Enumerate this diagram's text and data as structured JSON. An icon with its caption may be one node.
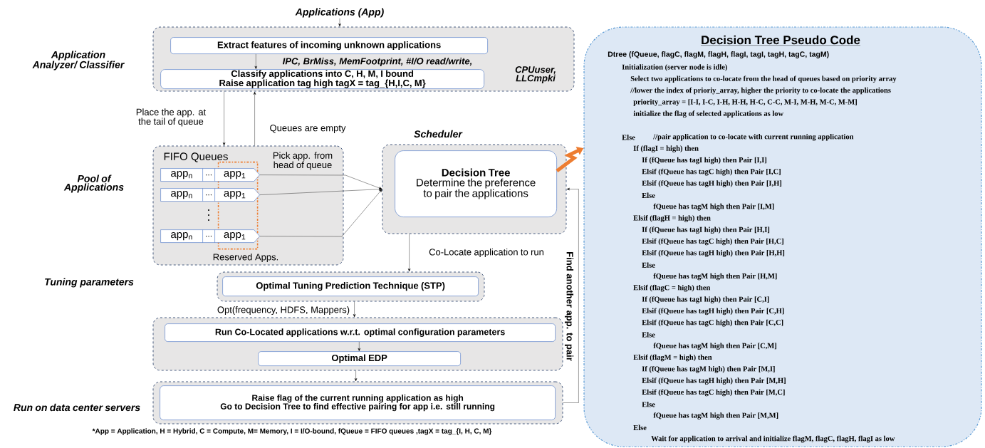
{
  "diagram": {
    "nodes": [
      {
        "text": [
          "Applications (App)"
        ]
      },
      {
        "text": [
          "Application Analyzer/ Classifier"
        ]
      },
      {
        "text": [
          "Extract features of incoming unknown applications"
        ],
        "in": 1
      },
      {
        "text": [
          "Classify applications into C, H, M, I bound",
          "Raise application tag high tagX = tag_{H,I,C, M}"
        ],
        "in": 1
      },
      {
        "text": [
          "Pool of Applications",
          "FIFO Queues"
        ]
      },
      {
        "text": [
          "Reserved Apps."
        ],
        "in": 4
      },
      {
        "text": [
          "app$_{n}$",
          "...",
          "app$_{1}$"
        ],
        "in": 4
      },
      {
        "text": [
          "app$_{n}$",
          "...",
          "app$_{1}$"
        ],
        "in": 4
      },
      {
        "text": [
          "app$_{n}$",
          "...",
          "app$_{1}$"
        ],
        "in": 4
      },
      {
        "text": [
          "Scheduler"
        ]
      },
      {
        "text": [
          "Decision Tree",
          "Determine the preference to pair the applications"
        ],
        "in": 9
      },
      {
        "text": [],
        "shape": "box"
      },
      {
        "text": [
          "Optimal Tuning Prediction Technique (STP)"
        ],
        "in": 11
      },
      {
        "text": [],
        "shape": "box"
      },
      {
        "text": [
          "Run Co-Located applications w.r.t. optimal configuration parameters"
        ],
        "in": 13
      },
      {
        "text": [
          "Optimal EDP"
        ],
        "in": 13
      },
      {
        "text": [
          "Run on data center servers"
        ]
      },
      {
        "text": [
          "Raise flag of the current running application as high",
          "Go to Decision Tree to find effective pairing for app i.e. still running"
        ],
        "in": 16
      },
      {
        "text": [
          "Decision Tree Pseudo Code",
          "Dtree (fQueue, flagC, flagM, flagH, flagI, tagI, tagH, tagC, tagM)",
          "Initialization (server node is idle)",
          "Select two applications to co-locate from the head of queues based on priority array",
          "//lower the index of prioriy_array, higher the priority to co-locate the applications",
          "priority_array = [I-I, I-C, I-H, H-H, H-C, C-C, M-I, M-H, M-C, M-M]",
          "initialize the flag of selected applications as low",
          "Else",
          "//pair application to co-locate with current running application",
          "If (flagI = high) then",
          "If (fQueue has tagI high) then Pair [I,I]",
          "Elsif (fQueue has tagC high) then Pair [I,C]",
          "Elsif (fQueue has tagH high) then Pair [I,H]",
          "Else",
          "fQueue has tagM high then Pair [I,M]",
          "Elsif (flagH = high) then",
          "If (fQueue has tagI high) then Pair [H,I]",
          "Elsif (fQueue has tagC high) then Pair [H,C]",
          "Elsif (fQueue has tagH high) then Pair [H,H]",
          "Else",
          "fQueue has tagM high then Pair [H,M]",
          "Elsif (flagC = high) then",
          "If (fQueue has tagI high) then Pair [C,I]",
          "Elsif (fQueue has tagH high) then Pair [C,H]",
          "Elsif (fQueue has tagC high) then Pair [C,C]",
          "Else",
          "fQueue has tagM high then Pair [C,M]",
          "Elsif (flagM = high) then",
          "If (fQueue has tagM high) then Pair [M,I]",
          "Elsif (fQueue has tagH high) then Pair [M,H]",
          "Elsif (fQueue has tagC high) then Pair [M,C]",
          "Else",
          "fQueue has tagM high then Pair [M,M]",
          "Else",
          "Wait for application to arrival and initialize flagM, flagC, flagH, flagI as low"
        ]
      }
    ],
    "edges": [
      {
        "from": 0,
        "to": 1,
        "arrow": "to"
      },
      {
        "from": 2,
        "to": 3,
        "arrow": "to",
        "label": "IPC, BrMiss, MemFootprint, #I/O read/write,"
      },
      {
        "from": 1,
        "to": 4,
        "arrow": "to",
        "label": "Place the app. at the tail of queue"
      },
      {
        "from": 4,
        "to": 1,
        "arrow": "to",
        "label": "Queues are empty"
      },
      {
        "from": 6,
        "to": 9,
        "arrow": "to",
        "label": "Pick app. from head of queue"
      },
      {
        "from": 7,
        "to": 9,
        "arrow": "to"
      },
      {
        "from": 8,
        "to": 9,
        "arrow": "to"
      },
      {
        "from": 9,
        "to": 11,
        "arrow": "to",
        "label": "Co-Locate application to run"
      },
      {
        "from": 11,
        "to": 13,
        "arrow": "to",
        "label": "Opt(frequency, HDFS, Mappers)"
      },
      {
        "from": 14,
        "to": 15,
        "arrow": "to"
      },
      {
        "from": 13,
        "to": 16,
        "arrow": "to"
      },
      {
        "from": 16,
        "to": 9,
        "arrow": "to",
        "label": "Find another app. to pair"
      },
      {
        "from": 10,
        "to": 18,
        "arrow": "to",
        "style": "thick",
        "color": "#ed7d31"
      }
    ],
    "labels": [
      "CPUuser, LLCmpki",
      "Tuning parameters",
      "*App = Application, H = Hybrid, C = Compute, M= Memory, I = I/O-bound, fQueue = FIFO queues ,tagX = tag_{I, H, C, M}"
    ]
  }
}
